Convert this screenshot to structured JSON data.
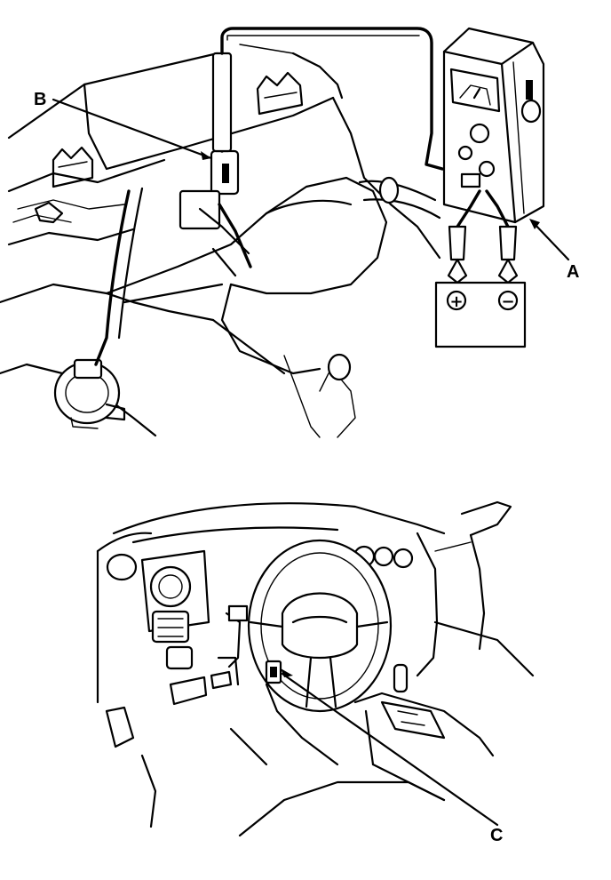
{
  "callouts": {
    "a": "A",
    "b": "B",
    "c": "C"
  },
  "battery_terminals": {
    "positive": "+",
    "negative": "−"
  }
}
